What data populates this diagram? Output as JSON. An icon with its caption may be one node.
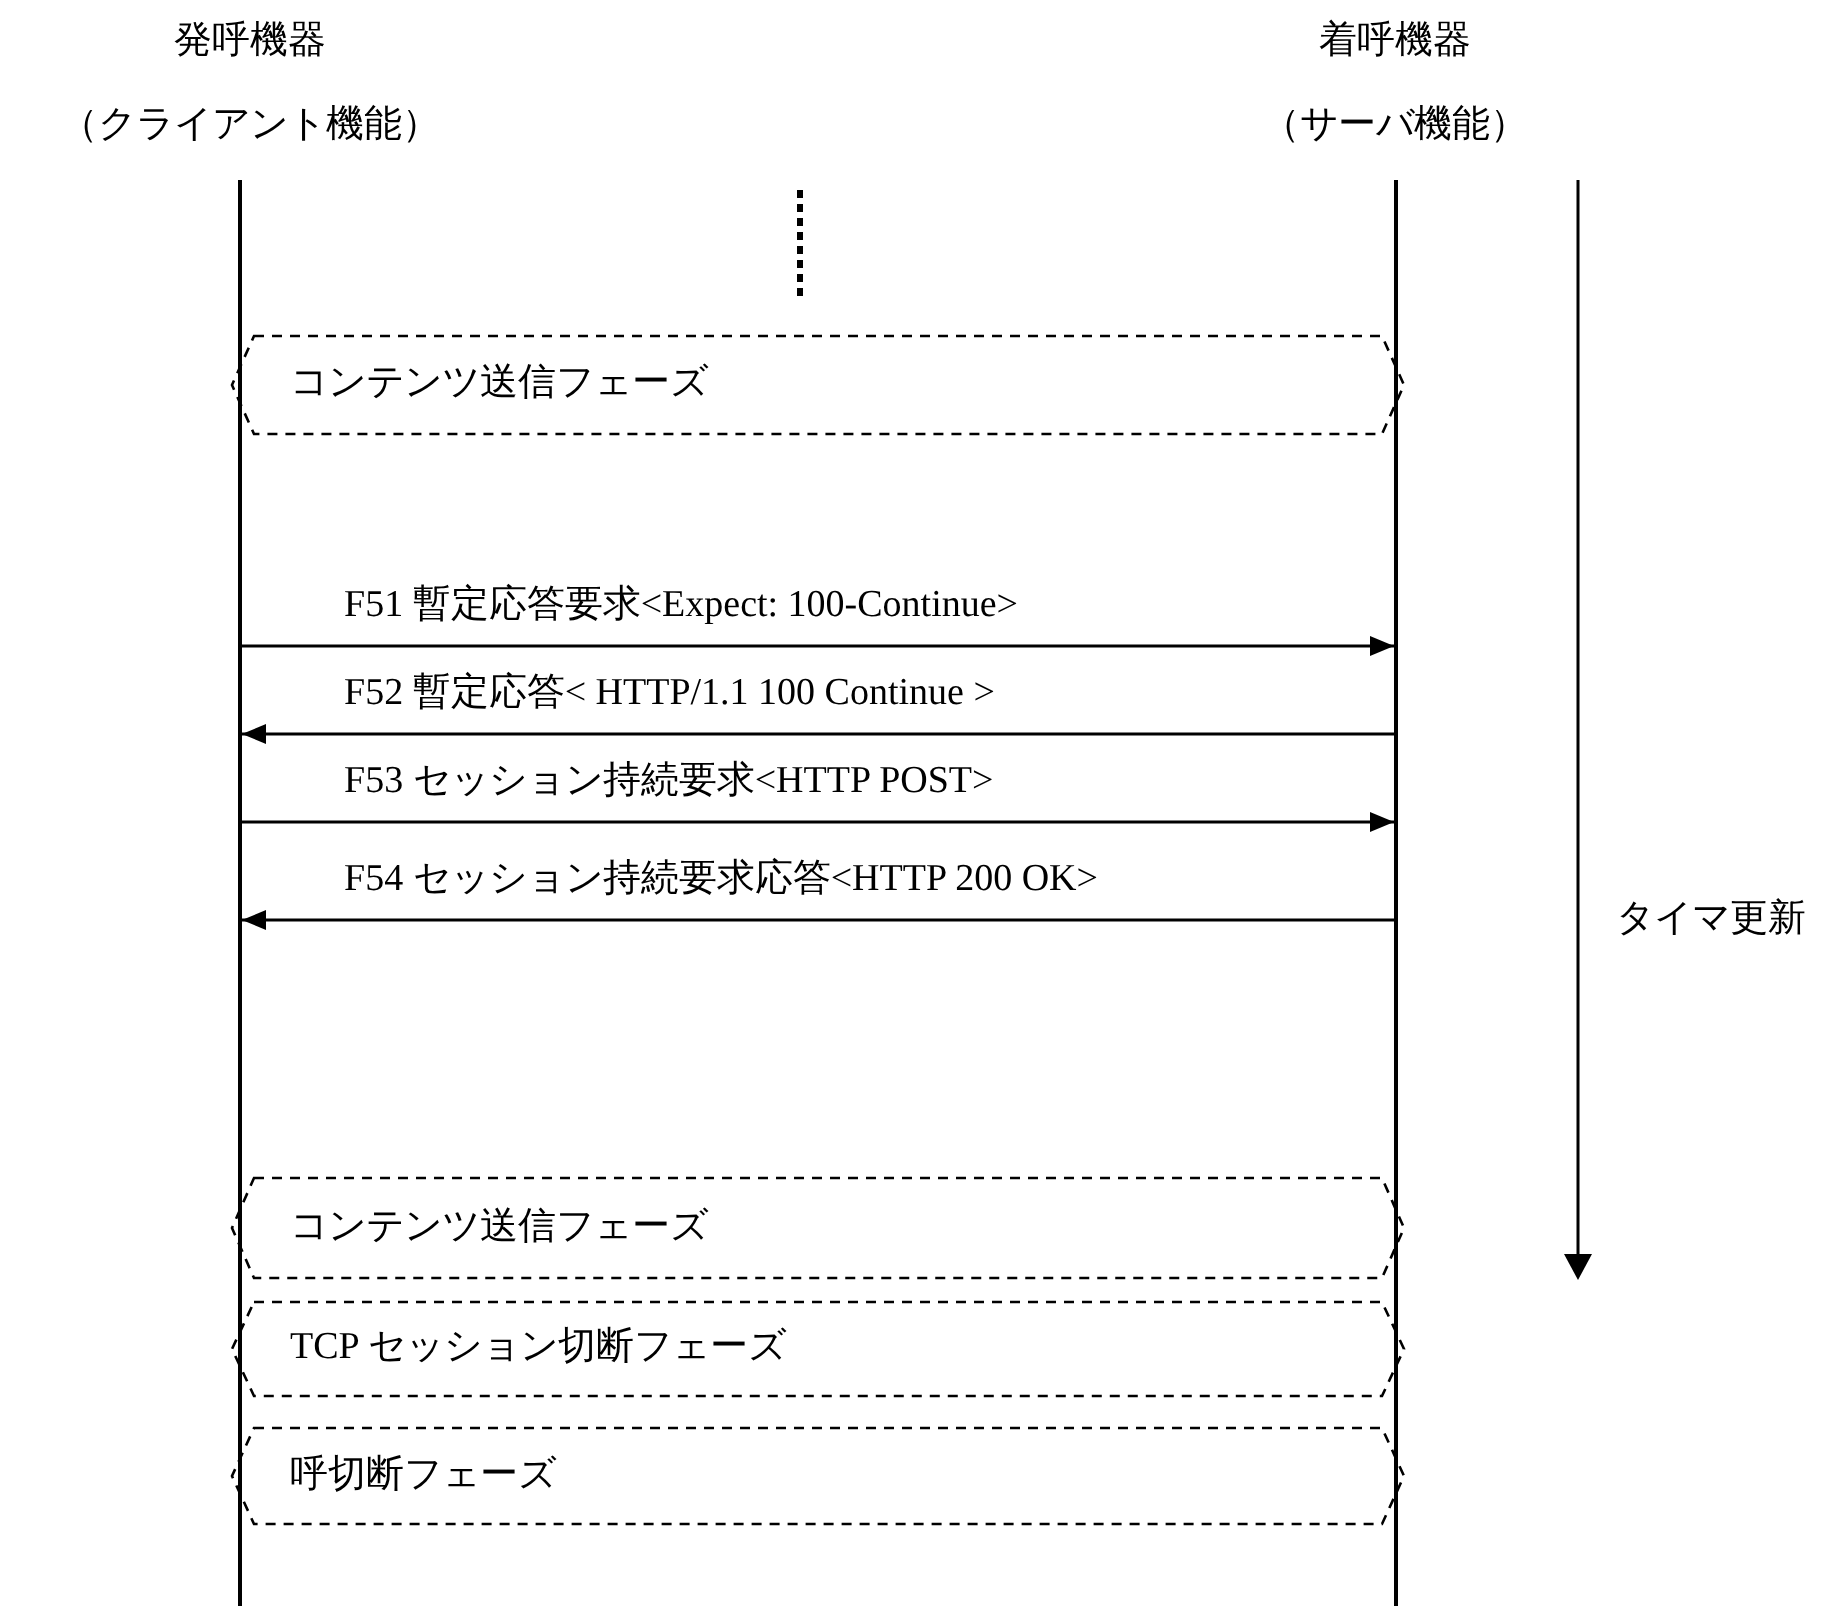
{
  "diagram": {
    "nodes": [
      {
        "text": [
          "発呼機器",
          "（クライアント機能）"
        ]
      },
      {
        "text": [
          "着呼機器",
          "（サーバ機能）"
        ]
      },
      {
        "text": [],
        "shape": "bar"
      },
      {
        "text": [],
        "shape": "bar"
      },
      {
        "text": [
          "コンテンツ送信フェーズ"
        ]
      },
      {
        "text": [
          "コンテンツ送信フェーズ"
        ]
      },
      {
        "text": [
          "TCP セッション切断フェーズ"
        ]
      },
      {
        "text": [
          "呼切断フェーズ"
        ]
      }
    ],
    "edges": [
      {
        "from": 2,
        "to": 3,
        "arrow": "to",
        "label": "F51 暫定応答要求<Expect: 100-Continue>"
      },
      {
        "from": 3,
        "to": 2,
        "arrow": "to",
        "label": "F52 暫定応答< HTTP/1.1 100 Continue >"
      },
      {
        "from": 2,
        "to": 3,
        "arrow": "to",
        "label": "F53 セッション持続要求<HTTP POST>"
      },
      {
        "from": 3,
        "to": 2,
        "arrow": "to",
        "label": "F54 セッション持続要求応答<HTTP 200 OK>"
      }
    ],
    "labels": [
      "タイマ更新"
    ]
  }
}
